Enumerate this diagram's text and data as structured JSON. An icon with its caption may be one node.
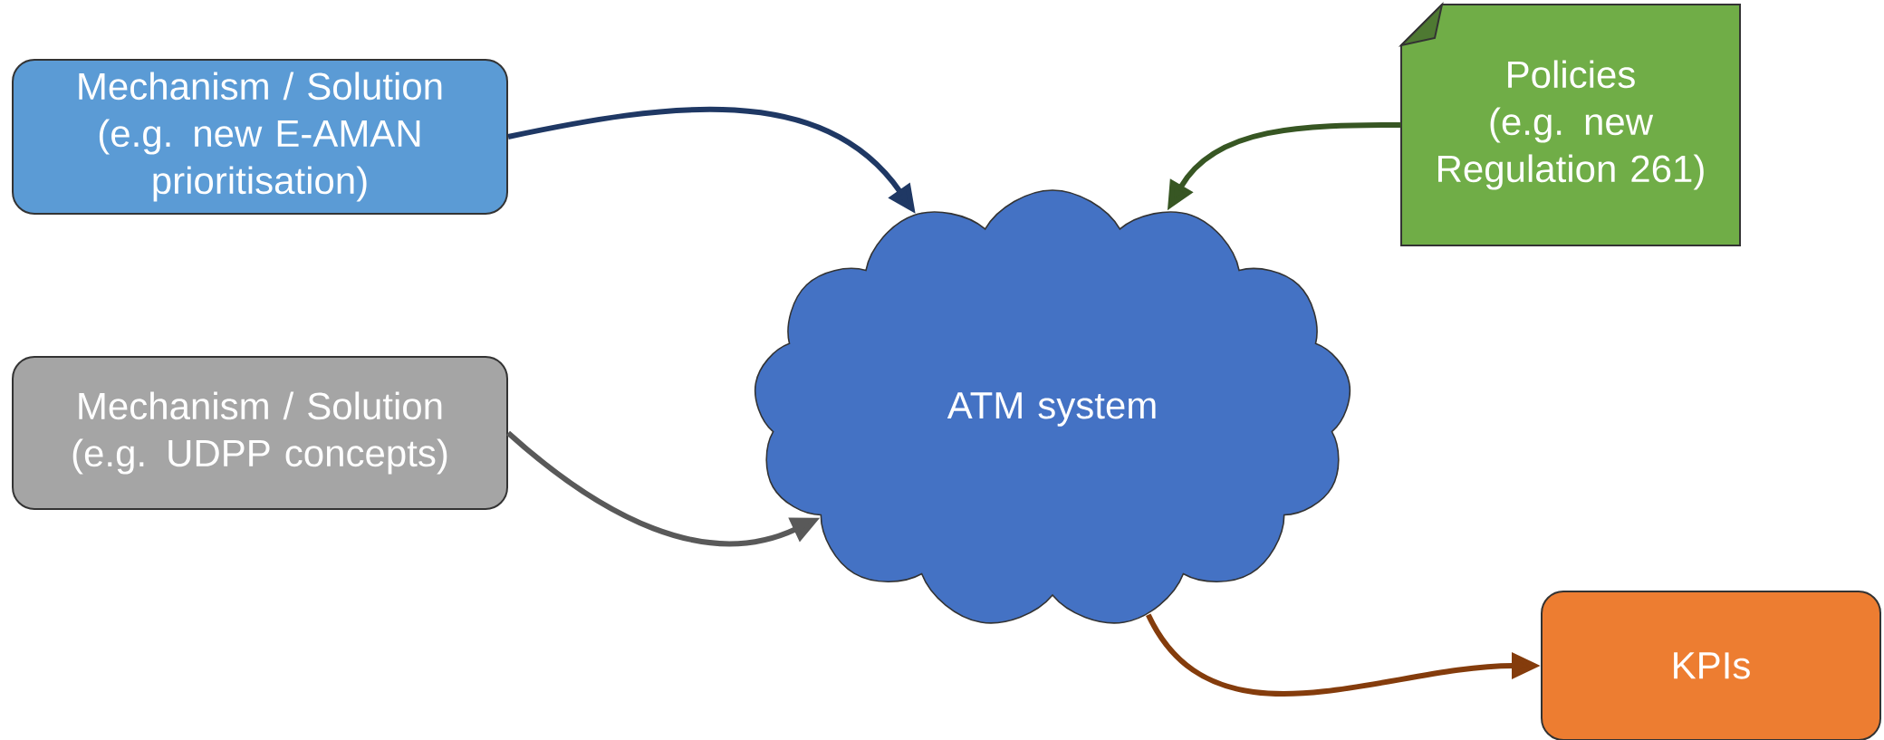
{
  "diagram": {
    "nodes": [
      {
        "text": [
          "Mechanism / Solution (e.g. new E-AMAN prioritisation)"
        ]
      },
      {
        "text": [
          "Mechanism / Solution (e.g. UDPP concepts)"
        ]
      },
      {
        "text": [
          "ATM system"
        ]
      },
      {
        "text": [
          "Policies (e.g. new Regulation 261)"
        ]
      },
      {
        "text": [
          "KPIs"
        ]
      }
    ],
    "edges": [
      {
        "from": 0,
        "to": 2,
        "arrow": "to",
        "color": "#1f3864"
      },
      {
        "from": 1,
        "to": 2,
        "arrow": "to",
        "color": "#595959"
      },
      {
        "from": 3,
        "to": 2,
        "arrow": "to",
        "color": "#375623"
      },
      {
        "from": 2,
        "to": 4,
        "arrow": "to",
        "color": "#843c0c"
      }
    ]
  }
}
